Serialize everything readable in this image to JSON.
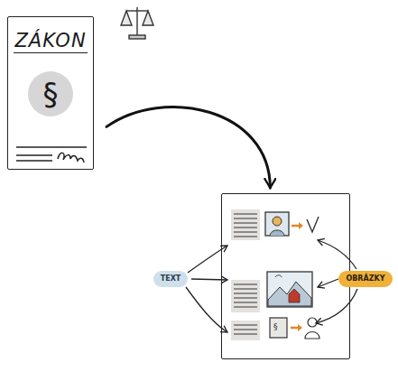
{
  "diagram": {
    "nodes": [
      {
        "text": [
          "ZÁKON",
          "§"
        ]
      },
      {
        "text": [
          "§"
        ]
      },
      {
        "text": [
          "TEXT"
        ]
      },
      {
        "text": [
          "OBRÁZKY"
        ]
      }
    ],
    "edges": [
      {
        "from": 0,
        "to": 1,
        "arrow": "to"
      }
    ]
  }
}
